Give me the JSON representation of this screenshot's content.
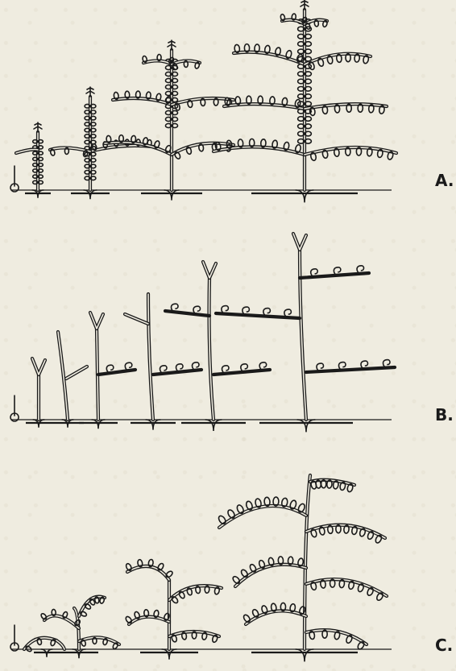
{
  "labels": {
    "a": "A.",
    "b": "B.",
    "c": "C."
  },
  "colors": {
    "background": "#efece0",
    "ink": "#1a1a1a"
  }
}
